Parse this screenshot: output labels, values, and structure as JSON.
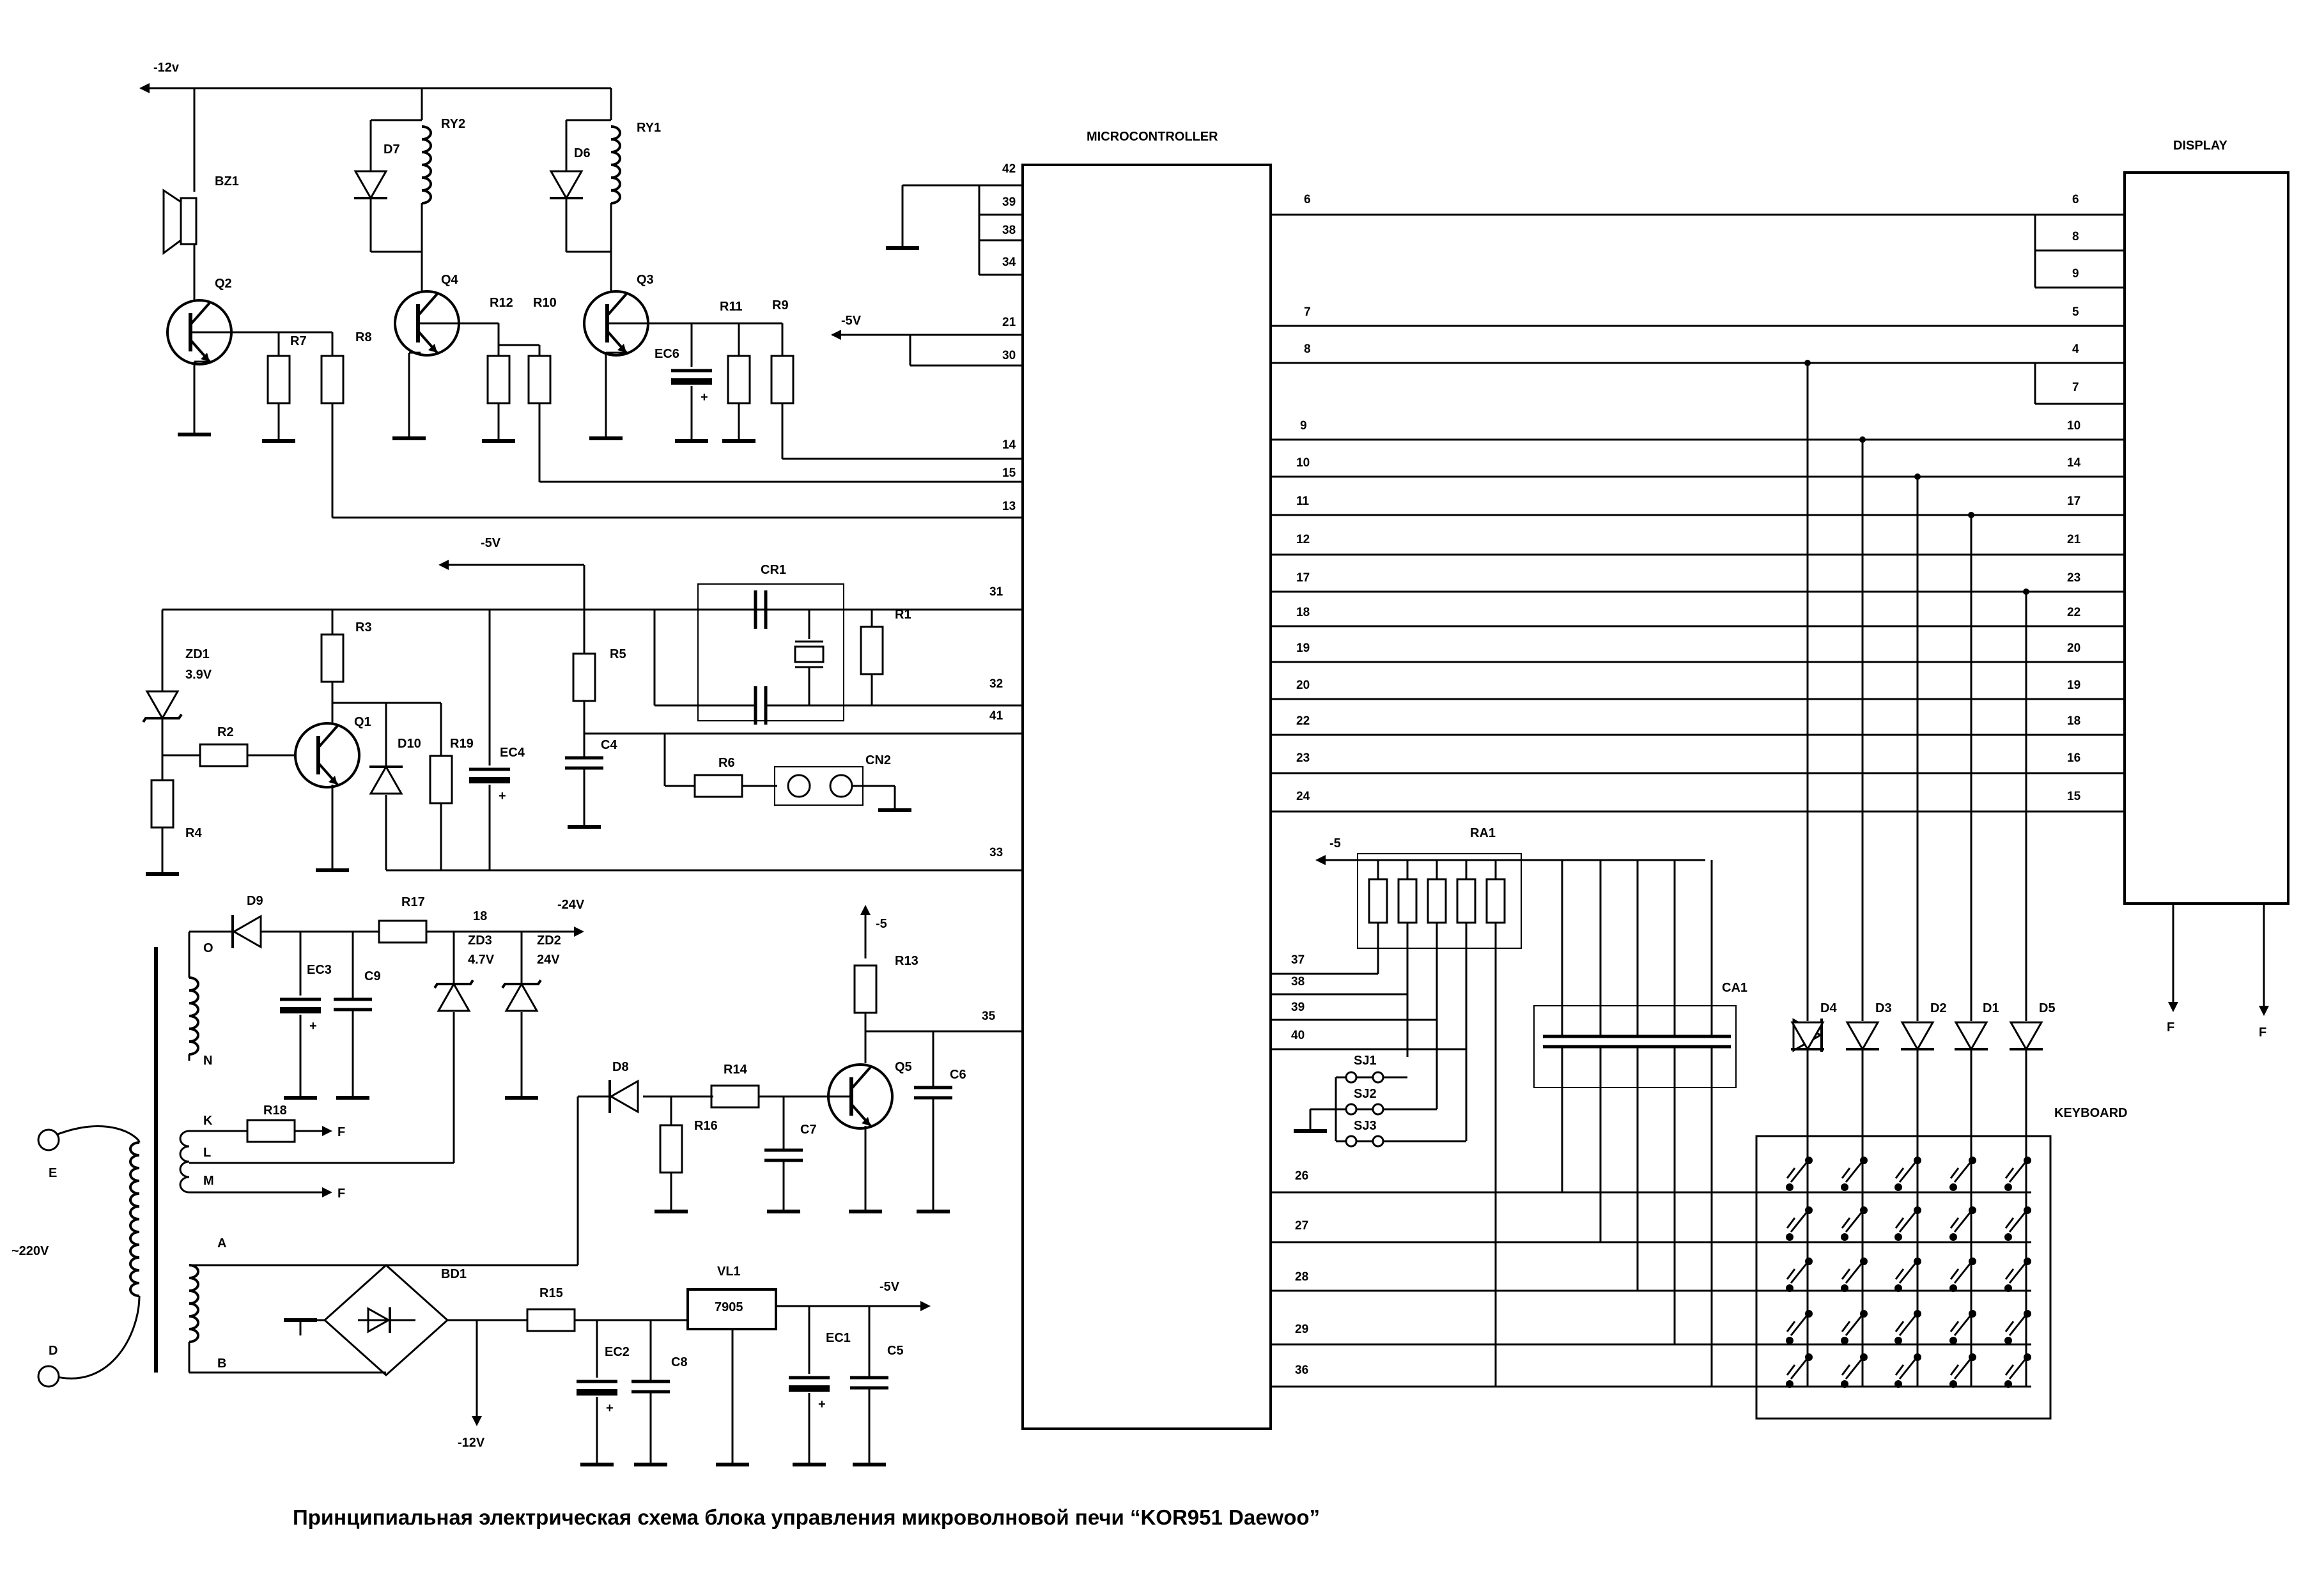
{
  "caption": "Принципиальная электрическая схема блока управления микроволновой печи “KOR951 Daewoo”",
  "blocks": {
    "microcontroller": "MICROCONTROLLER",
    "display": "DISPLAY",
    "keyboard": "KEYBOARD"
  },
  "supplies": {
    "minus12_top": "-12v",
    "minus5_osc": "-5V",
    "minus5_mid": "-5V",
    "minus5_ra1": "-5",
    "minus5_q5": "-5",
    "minus24": "-24V",
    "minus5_vl1": "-5V",
    "minus12_bottom": "-12V",
    "mains": "~220V"
  },
  "components": {
    "BZ1": "BZ1",
    "Q2": "Q2",
    "R7": "R7",
    "R8": "R8",
    "RY2": "RY2",
    "D7": "D7",
    "Q4": "Q4",
    "R12": "R12",
    "R10": "R10",
    "RY1": "RY1",
    "D6": "D6",
    "Q3": "Q3",
    "R11": "R11",
    "R9": "R9",
    "EC6": "EC6",
    "ZD1": "ZD1",
    "ZD1v": "3.9V",
    "R3": "R3",
    "R2": "R2",
    "R4": "R4",
    "Q1": "Q1",
    "D10": "D10",
    "R19": "R19",
    "EC4": "EC4",
    "R5": "R5",
    "C4": "C4",
    "CR1": "CR1",
    "R1": "R1",
    "R6": "R6",
    "CN2": "CN2",
    "D9": "D9",
    "EC3": "EC3",
    "C9": "C9",
    "R17": "R17",
    "ZD3": "ZD3",
    "ZD3v": "4.7V",
    "ZD2": "ZD2",
    "ZD2v": "24V",
    "R18a": "R18",
    "R13": "R13",
    "Q5": "Q5",
    "C6": "C6",
    "D8": "D8",
    "R14": "R14",
    "R16": "R16",
    "C7": "C7",
    "BD1": "BD1",
    "R15": "R15",
    "EC2": "EC2",
    "C8": "C8",
    "VL1": "VL1",
    "VL1val": "7905",
    "EC1": "EC1",
    "C5": "C5",
    "RA1": "RA1",
    "CA1": "CA1",
    "SJ1": "SJ1",
    "SJ2": "SJ2",
    "SJ3": "SJ3",
    "D4": "D4",
    "D3": "D3",
    "D2": "D2",
    "D1": "D1",
    "D5": "D5"
  },
  "nodes": {
    "O": "O",
    "N": "N",
    "K": "K",
    "L": "L",
    "M": "M",
    "A": "A",
    "B": "B",
    "E": "E",
    "D": "D",
    "F1": "F",
    "F2": "F",
    "F3": "F",
    "F4": "F",
    "n18": "18"
  },
  "mc_left_pins": [
    "42",
    "39",
    "38",
    "34",
    "21",
    "30",
    "14",
    "15",
    "13",
    "31",
    "32",
    "41",
    "33",
    "35",
    "37",
    "38",
    "39",
    "40",
    "26",
    "27",
    "28",
    "29",
    "36"
  ],
  "mc_right_pins": [
    "6",
    "7",
    "8",
    "9",
    "10",
    "11",
    "12",
    "17",
    "18",
    "19",
    "20",
    "22",
    "23",
    "24"
  ],
  "display_pins": [
    "6",
    "8",
    "9",
    "5",
    "4",
    "7",
    "10",
    "14",
    "17",
    "21",
    "23",
    "22",
    "20",
    "19",
    "18",
    "16",
    "15"
  ]
}
